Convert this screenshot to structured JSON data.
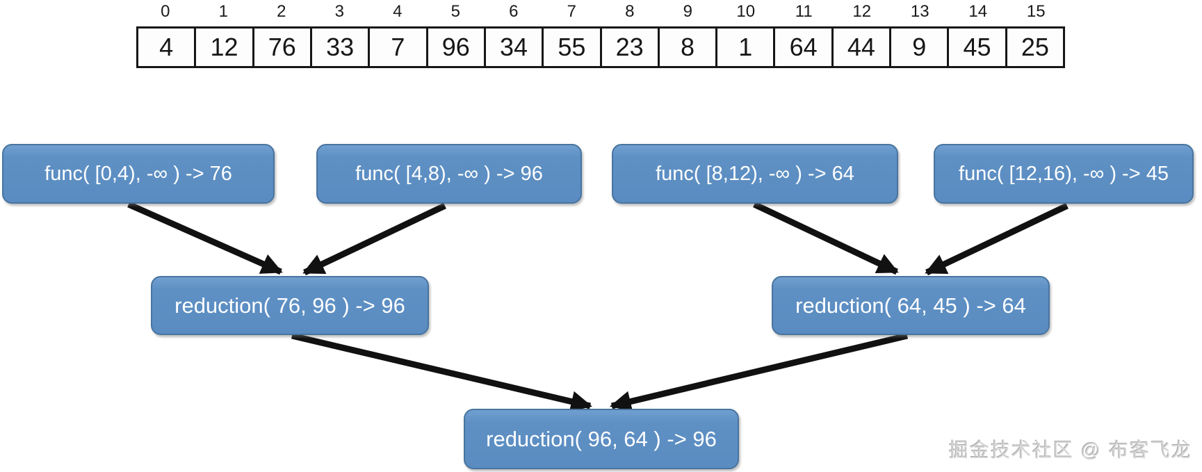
{
  "array": {
    "indices": [
      "0",
      "1",
      "2",
      "3",
      "4",
      "5",
      "6",
      "7",
      "8",
      "9",
      "10",
      "11",
      "12",
      "13",
      "14",
      "15"
    ],
    "values": [
      "4",
      "12",
      "76",
      "33",
      "7",
      "96",
      "34",
      "55",
      "23",
      "8",
      "1",
      "64",
      "44",
      "9",
      "45",
      "25"
    ]
  },
  "func_boxes": [
    {
      "label": "func( [0,4), -∞ ) -> 76"
    },
    {
      "label": "func( [4,8), -∞ ) -> 96"
    },
    {
      "label": "func( [8,12), -∞ ) -> 64"
    },
    {
      "label": "func( [12,16), -∞ ) -> 45"
    }
  ],
  "reductions": {
    "left": "reduction( 76, 96 ) -> 96",
    "right": "reduction( 64, 45 ) -> 64",
    "final": "reduction( 96, 64 ) -> 96"
  },
  "watermark": "掘金技术社区 @ 布客飞龙",
  "colors": {
    "node_fill": "#5e90c4",
    "node_border": "#48749f",
    "arrow": "#111111",
    "node_text": "#ffffff",
    "array_border": "#161616",
    "watermark_text": "#d6d6d6"
  }
}
